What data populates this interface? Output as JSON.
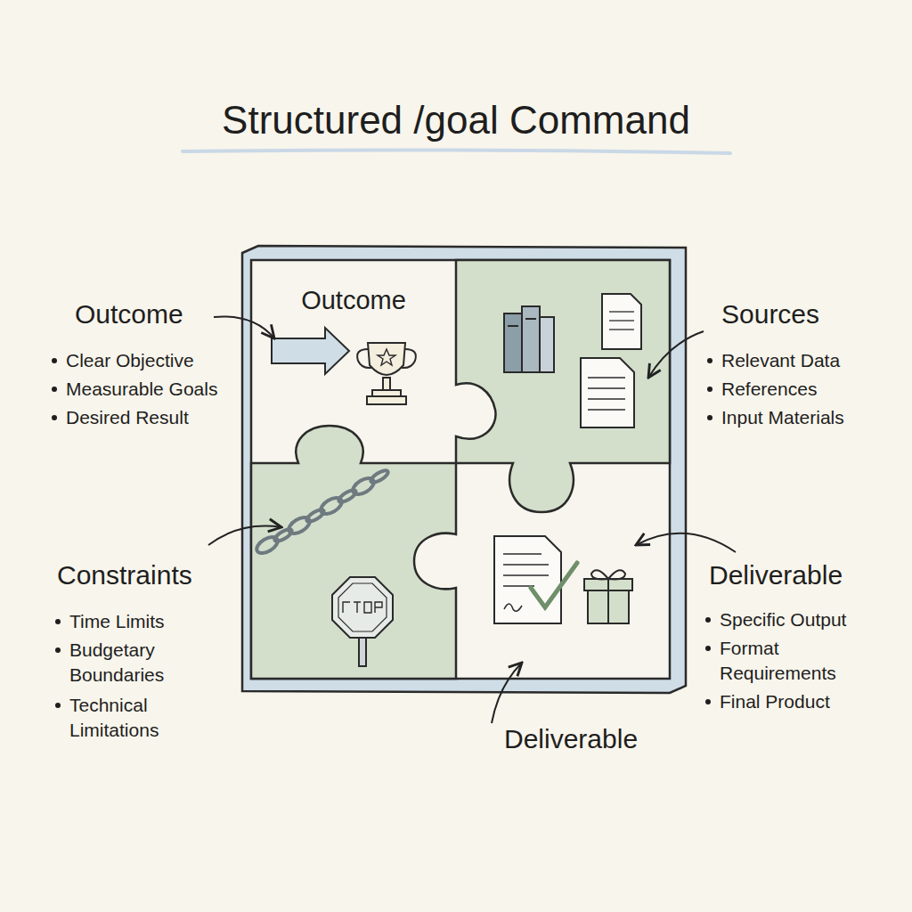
{
  "diagram": {
    "title": "Structured /goal Command",
    "nodes": [
      {
        "text": [
          "Outcome"
        ]
      }
    ],
    "labels": [
      "Outcome",
      "Clear Objective",
      "Measurable Goals",
      "Desired Result",
      "Sources",
      "Relevant Data",
      "References",
      "Input Materials",
      "Constraints",
      "Time Limits",
      "Budgetary Boundaries",
      "Technical Limitations",
      "Deliverable",
      "Specific Output",
      "Format Requirements",
      "Final Product",
      "Deliverable"
    ]
  }
}
